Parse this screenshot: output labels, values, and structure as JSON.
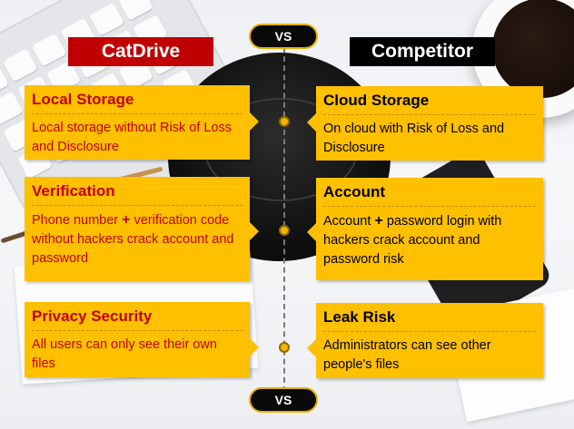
{
  "top_vs": "VS",
  "bottom_vs": "VS",
  "left_header": "CatDrive",
  "right_header": "Competitor",
  "rows": [
    {
      "left": {
        "title": "Local Storage",
        "body": "Local storage without Risk of Loss and Disclosure"
      },
      "right": {
        "title": "Cloud Storage",
        "body": "On cloud with Risk of Loss and Disclosure"
      }
    },
    {
      "left": {
        "title": "Verification",
        "body_pre": "Phone number",
        "plus": "+",
        "body_post": "verification code without hackers crack account and password"
      },
      "right": {
        "title": "Account",
        "body_pre": "Account",
        "plus": "+",
        "body_post": "password login with hackers crack account and password risk"
      }
    },
    {
      "left": {
        "title": "Privacy Security",
        "body": "All users can only see their own files"
      },
      "right": {
        "title": "Leak Risk",
        "body": "Administrators can see other people's files"
      }
    }
  ],
  "colors": {
    "card": "#ffc000",
    "catdrive": "#c00000",
    "competitor": "#000000"
  }
}
